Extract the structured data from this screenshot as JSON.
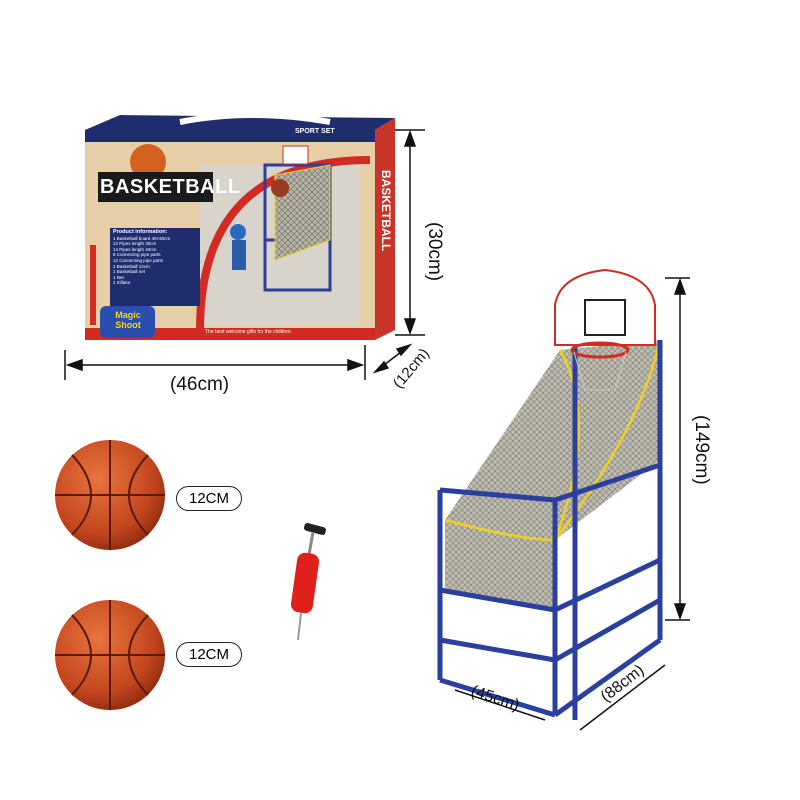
{
  "box": {
    "title": "BASKETBALL",
    "subtitle": "SPORT SET",
    "side_text": "BASKETBALL",
    "badge": "Magic Shoot",
    "tagline": "The best welcome gifts for the children",
    "info_title": "Product information:",
    "info_items": [
      "1 Basketball board 40×30cm",
      "12 Pipes length 30cm",
      "14 Pipes length 40cm",
      "8 Connecting pipe parts",
      "12 Connecting pipe parts",
      "2 Basketball 12cm",
      "1 Basketball net",
      "1 Net",
      "1 Inflator"
    ]
  },
  "dimensions": {
    "box_width": "(46cm)",
    "box_height": "(30cm)",
    "box_depth": "(12cm)",
    "stand_height": "(149cm)",
    "stand_width": "(45cm)",
    "stand_depth": "(88cm)"
  },
  "balls": [
    {
      "size": "12CM"
    },
    {
      "size": "12CM"
    }
  ],
  "colors": {
    "frame": "#2a3f9e",
    "net_edge": "#f0d020",
    "ball": "#c4461e",
    "box_red": "#d42a24",
    "box_blue": "#1f2d6e"
  }
}
